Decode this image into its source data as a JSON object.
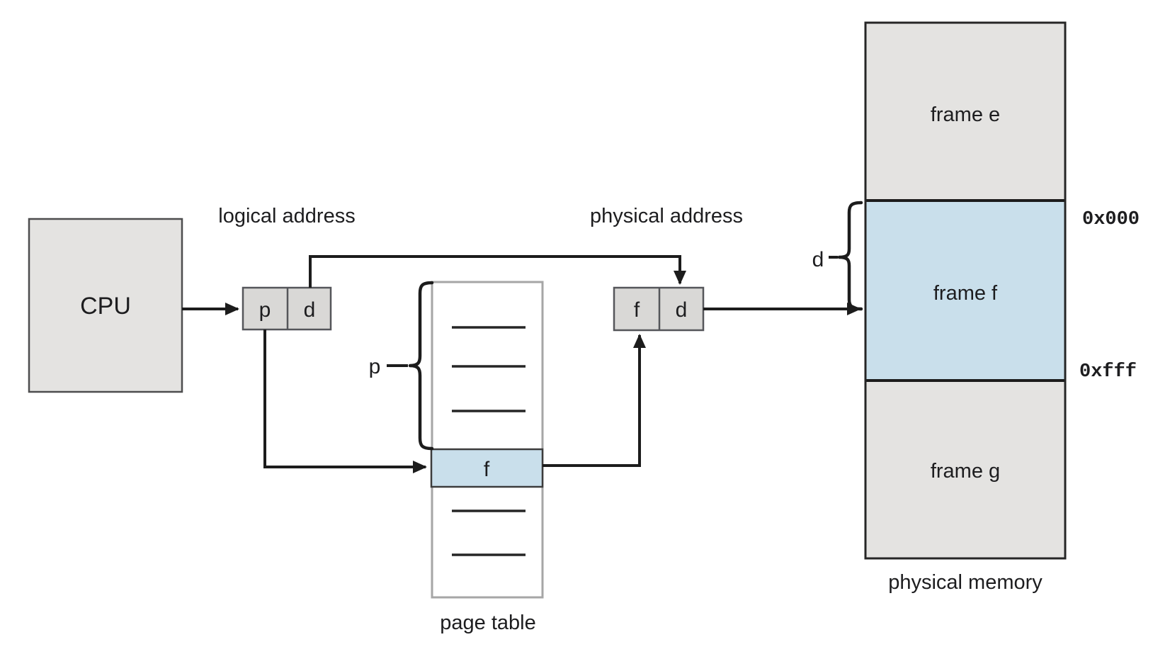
{
  "cpu": {
    "label": "CPU"
  },
  "logical_address": {
    "caption": "logical address",
    "page_field": "p",
    "offset_field": "d"
  },
  "physical_address": {
    "caption": "physical address",
    "frame_field": "f",
    "offset_field": "d"
  },
  "page_table": {
    "caption": "page table",
    "highlighted_entry": "f",
    "page_index_label": "p"
  },
  "physical_memory": {
    "caption": "physical memory",
    "frames": [
      {
        "label": "frame e"
      },
      {
        "label": "frame f"
      },
      {
        "label": "frame g"
      }
    ],
    "offset_label": "d",
    "frame_start_address": "0x000",
    "frame_end_address": "0xfff"
  },
  "colors": {
    "panel_gray": "#e4e3e1",
    "box_gray": "#d9d8d6",
    "highlight_blue": "#c9dfeb",
    "line": "#1c1c1c"
  }
}
